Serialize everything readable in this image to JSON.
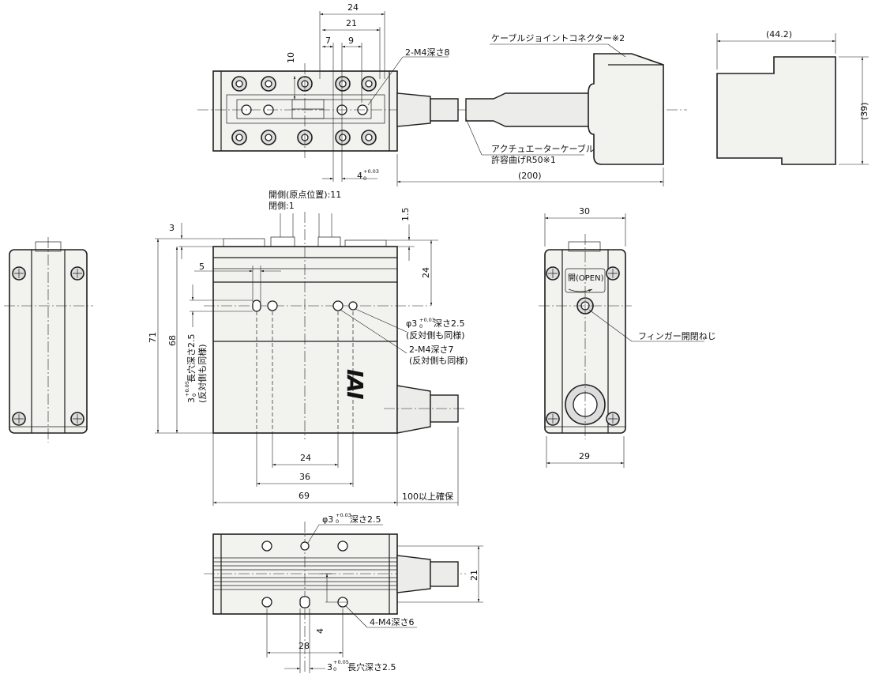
{
  "top_view": {
    "dims": {
      "d24": "24",
      "d21": "21",
      "d7": "7",
      "d9": "9",
      "d10": "10",
      "d4": "4",
      "d4_tol": "+0.03",
      "d4_tol2": "0"
    },
    "tap_label": "2-M4深さ8",
    "cable_length": "(200)",
    "connector_label": "ケーブルジョイントコネクター※2",
    "cable_note_line1": "アクチュエーターケーブル",
    "cable_note_line2": "許容曲げR50※1"
  },
  "connector_view": {
    "width": "(44.2)",
    "height": "(39)"
  },
  "front_view": {
    "stroke_open_label": "開側(原点位置):11",
    "stroke_close_label": "閉側:1",
    "dims": {
      "d3": "3",
      "d1_5": "1.5",
      "d5": "5",
      "d24v": "24",
      "d71": "71",
      "d68": "68",
      "d24": "24",
      "d36": "36",
      "d69": "69"
    },
    "clearance": "100以上確保",
    "pin_hole_label_a": "φ3",
    "pin_hole_tol_a": "+0.03",
    "pin_hole_tol_b": "0",
    "pin_hole_label_b": "深さ2.5",
    "pin_hole_note": "(反対側も同様)",
    "tap_label": "2-M4深さ7",
    "tap_note": "(反対側も同様)",
    "slot_label_a": "3",
    "slot_tol_a": "+0.05",
    "slot_tol_b": "0",
    "slot_label_b": "長穴深さ2.5",
    "slot_note": "(反対側も同様)",
    "logo": "IAI"
  },
  "right_view": {
    "top_width": "30",
    "bottom_width": "29",
    "open_label": "開(OPEN)",
    "screw_label": "フィンガー開閉ねじ"
  },
  "bottom_view": {
    "pin_label_a": "φ3",
    "pin_tol_a": "+0.03",
    "pin_tol_b": "0",
    "pin_label_b": "深さ2.5",
    "height": "21",
    "tap_label": "4-M4深さ6",
    "d4": "4",
    "d28": "28",
    "slot_label_a": "3",
    "slot_tol_a": "+0.05",
    "slot_tol_b": "0",
    "slot_label_b": "長穴深さ2.5"
  }
}
